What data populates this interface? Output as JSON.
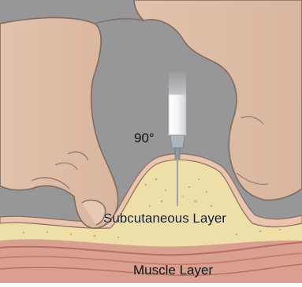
{
  "figure": {
    "angle_label": "90°",
    "subcutaneous_label": "Subcutaneous Layer",
    "muscle_label": "Muscle Layer"
  },
  "colors": {
    "background": "#979699",
    "skin": "#e9c4ae",
    "skin_edge": "#8e6b5b",
    "fat": "#eedfa9",
    "fat_dots": "#c9b16e",
    "muscle": "#d49585",
    "muscle_dark": "#b66e62",
    "needle": "#9aa4ad",
    "syringe_light": "#ffffff",
    "syringe_dark": "#c8cbd0"
  }
}
